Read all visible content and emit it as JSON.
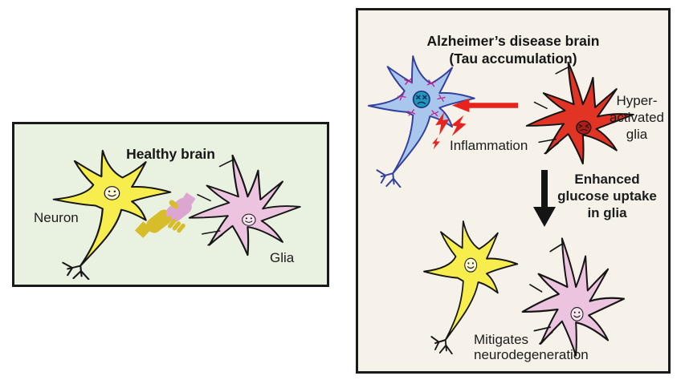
{
  "healthy_panel": {
    "title": "Healthy brain",
    "neuron_label": "Neuron",
    "glia_label": "Glia",
    "background": "#e9f2e1",
    "neuron_color": "#f7ee4d",
    "glia_color": "#ecc4e0",
    "handshake_icon": "handshake (neuron-glia cooperation)"
  },
  "ad_panel": {
    "title_line1": "Alzheimer’s disease brain",
    "title_line2": "(Tau accumulation)",
    "hyperactivated_glia_label": "Hyper-\nactivated\nglia",
    "inflammation_label": "Inflammation",
    "enhanced_uptake_label": "Enhanced\nglucose uptake\nin glia",
    "mitigates_label": "Mitigates\nneurodegeneration",
    "background": "#f6f2e9",
    "tau_neuron_color": "#a9c6ed",
    "tau_nucleus_color": "#1f97b7",
    "tau_tangle_color": "#c32395",
    "hyperactivated_glia_color": "#e13425",
    "healthy_neuron_color": "#f7ee4d",
    "healthy_glia_color": "#ecc4e0",
    "arrow_color": "#e8231d",
    "down_arrow_color": "#141414"
  },
  "icons": {
    "handshake": "handshake-icon",
    "inflammation_bolts": "lightning-bolt-icon",
    "red_left_arrow": "arrow-left-icon",
    "black_down_arrow": "arrow-down-icon",
    "neuron": "neuron-cell-icon",
    "glia": "glia-cell-icon"
  }
}
